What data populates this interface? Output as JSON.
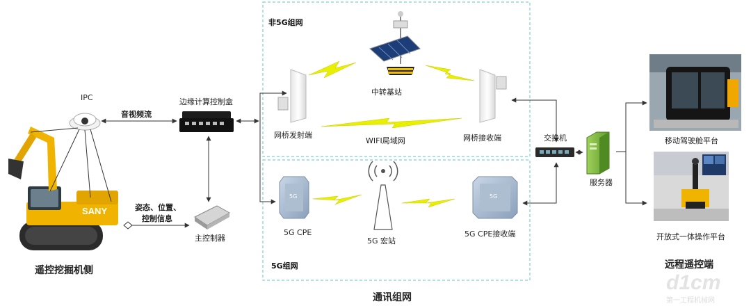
{
  "groups": {
    "non5g_title": "非5G组网",
    "g5_title": "5G组网",
    "comm_title": "通讯组网"
  },
  "left": {
    "ipc": "IPC",
    "av_stream": "音视频流",
    "edge_box": "边缘计算控制盒",
    "pose_line1": "姿态、位置、",
    "pose_line2": "控制信息",
    "main_controller": "主控制器",
    "excavator_side": "遥控挖掘机侧",
    "brand": "SANY"
  },
  "non5g": {
    "relay_station": "中转基站",
    "bridge_tx": "网桥发射端",
    "wifi_lan": "WIFI局域网",
    "bridge_rx": "网桥接收端"
  },
  "g5": {
    "cpe": "5G CPE",
    "macro": "5G 宏站",
    "cpe_rx": "5G CPE接收端",
    "cpe_badge": "5G"
  },
  "right": {
    "switch": "交换机",
    "server": "服务器",
    "mobile_cockpit": "移动驾驶舱平台",
    "integrated_platform": "开放式一体操作平台",
    "remote_side": "远程遥控端"
  },
  "watermark": {
    "logo": "d1cm",
    "subtitle": "第一工程机械网"
  },
  "colors": {
    "dashed_border": "#7ecfd0",
    "lightning": "#e8f000",
    "arrow": "#333333",
    "excavator_yellow": "#f0b400"
  }
}
